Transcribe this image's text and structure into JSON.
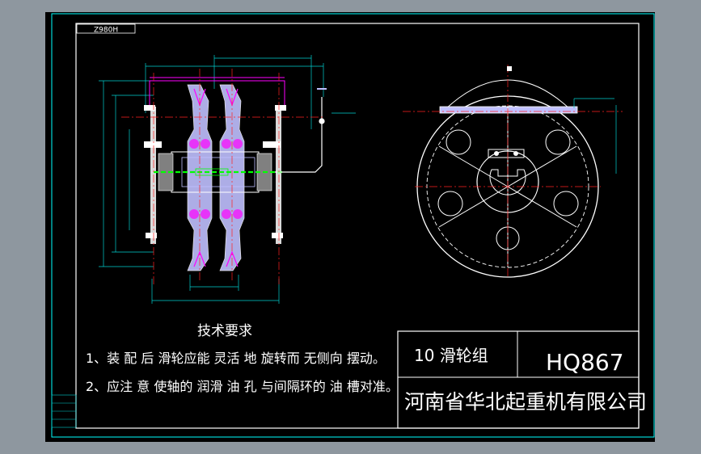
{
  "drawing": {
    "sheet_code": "Z980H",
    "colors": {
      "background": "#000000",
      "outer_bg": "#8e979f",
      "outline": "#ffffff",
      "dimension": "#00d0d0",
      "centerline": "#ff2020",
      "part_fill": "#c0c0ff",
      "component": "#ff00ff",
      "shaft": "#00ff00",
      "bolt": "#ffff00",
      "frame": "#00ffff"
    }
  },
  "tech_requirements": {
    "title": "技术要求",
    "items": [
      "1、装 配 后 滑轮应能 灵活 地  旋转而  无侧向 摆动。",
      "2、应注 意 使轴的 润滑 油 孔 与间隔环的 油  槽对准。"
    ]
  },
  "title_block": {
    "part_name": "10 滑轮组",
    "drawing_number": "HQ867",
    "company": "河南省华北起重机有限公司"
  }
}
